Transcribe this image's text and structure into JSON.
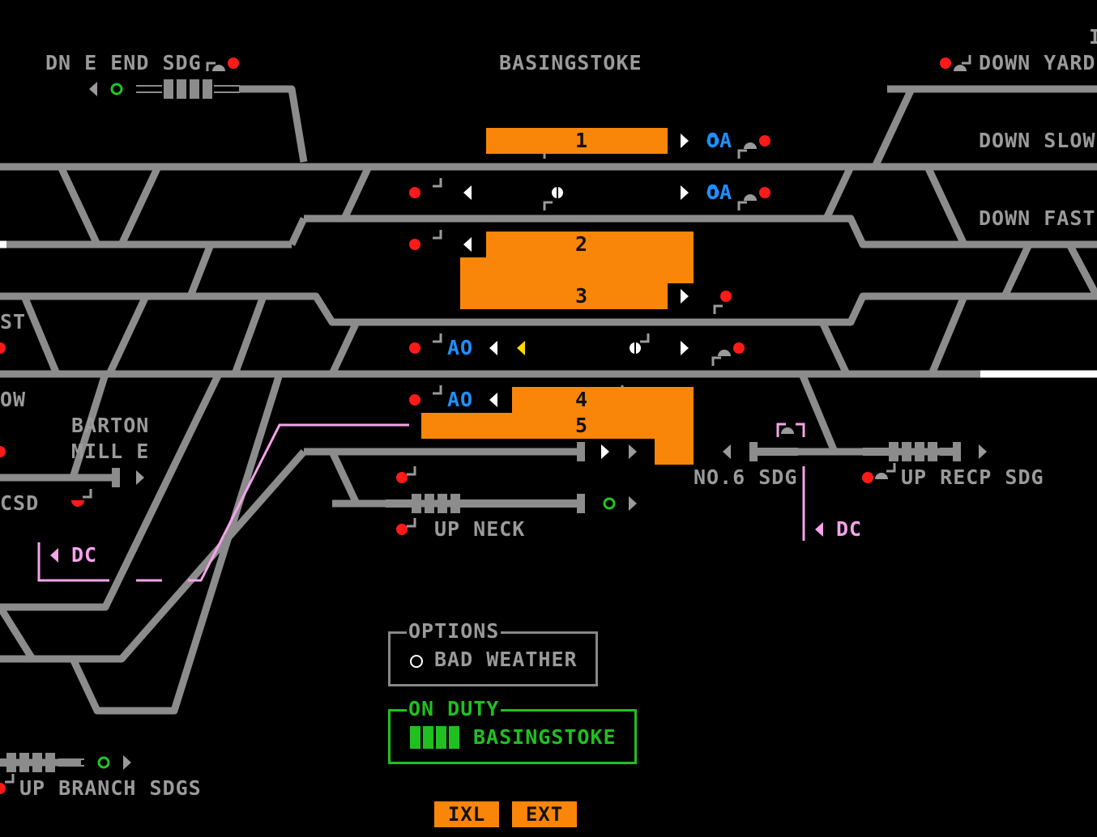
{
  "colors": {
    "track": "#8c8c8c",
    "platform": "#f98509",
    "signal_red": "#ff1a1a",
    "signal_blue": "#1e90ff",
    "signal_yellow": "#ffd700",
    "signal_green": "#22c422",
    "dc_pink": "#f5a3ea",
    "text_grey": "#9a9a9a",
    "duty_green": "#1fc01f",
    "occupied_white": "#ffffff"
  },
  "labels": {
    "station": "BASINGSTOKE",
    "dn_e_end_sdg": "DN E END SDG",
    "down_yard": "DOWN YARD",
    "down_slow": "DOWN SLOW",
    "down_fast": "DOWN FAST",
    "partial_st": "ST",
    "partial_ow": "OW",
    "partial_csd": "CSD",
    "barton_mill_line1": "BARTON",
    "barton_mill_line2": "MILL E",
    "no6_sdg": "NO.6 SDG",
    "up_recp_sdg": "UP RECP SDG",
    "up_neck": "UP NECK",
    "up_branch_sdgs": "UP BRANCH SDGS",
    "dc_left": "DC",
    "dc_right": "DC"
  },
  "platforms": [
    {
      "number": "1"
    },
    {
      "number": "2"
    },
    {
      "number": "3"
    },
    {
      "number": "4"
    },
    {
      "number": "5"
    }
  ],
  "signal_tags": {
    "oa_1": "OA",
    "oa_2": "OA",
    "ao_1": "AO",
    "ao_2": "AO"
  },
  "options_panel": {
    "title": "OPTIONS",
    "bad_weather": "BAD WEATHER"
  },
  "duty_panel": {
    "title": "ON DUTY",
    "station": "BASINGSTOKE"
  },
  "buttons": {
    "ixl": "IXL",
    "ext": "EXT"
  },
  "corner_mark": "I"
}
